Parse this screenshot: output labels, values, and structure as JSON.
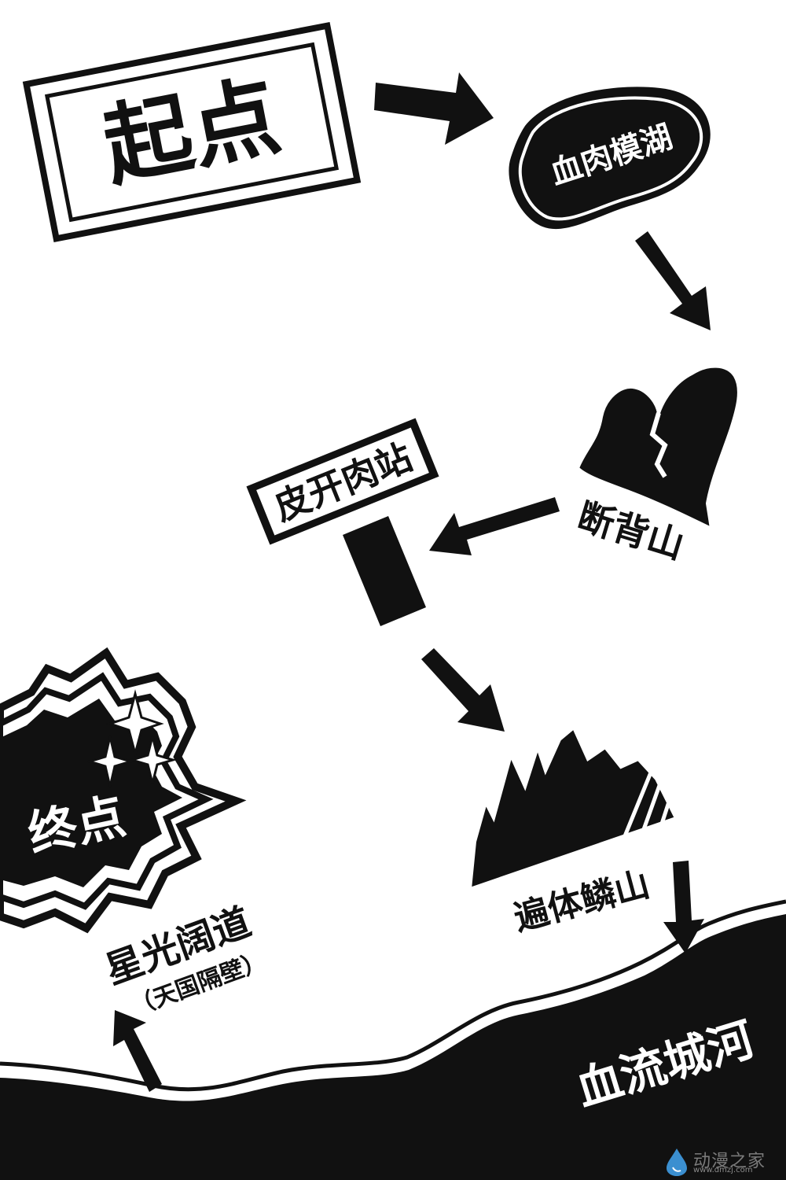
{
  "map": {
    "start": "起点",
    "blood_mess": "血肉模湖",
    "broken_back_mountain": "断背山",
    "skin_open_station": "皮开肉站",
    "scaled_mountain": "遍体鳞山",
    "blood_moat": "血流城河",
    "starlight_road": "星光阔道",
    "heaven_neighbor": "（天国隔壁）",
    "end": "终点"
  },
  "watermark": {
    "name": "动漫之家",
    "url": "www.dmzj.com"
  },
  "colors": {
    "ink": "#111111",
    "paper": "#ffffff"
  }
}
